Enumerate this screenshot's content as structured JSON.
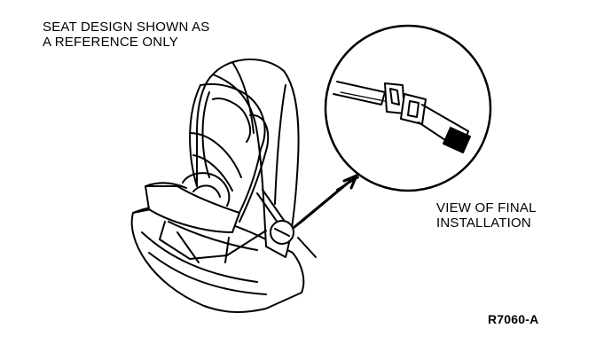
{
  "reference_note": {
    "line1": "SEAT DESIGN SHOWN AS",
    "line2": "A REFERENCE ONLY"
  },
  "detail_label": {
    "line1": "VIEW OF FINAL",
    "line2": "INSTALLATION"
  },
  "figure_id": "R7060-A"
}
